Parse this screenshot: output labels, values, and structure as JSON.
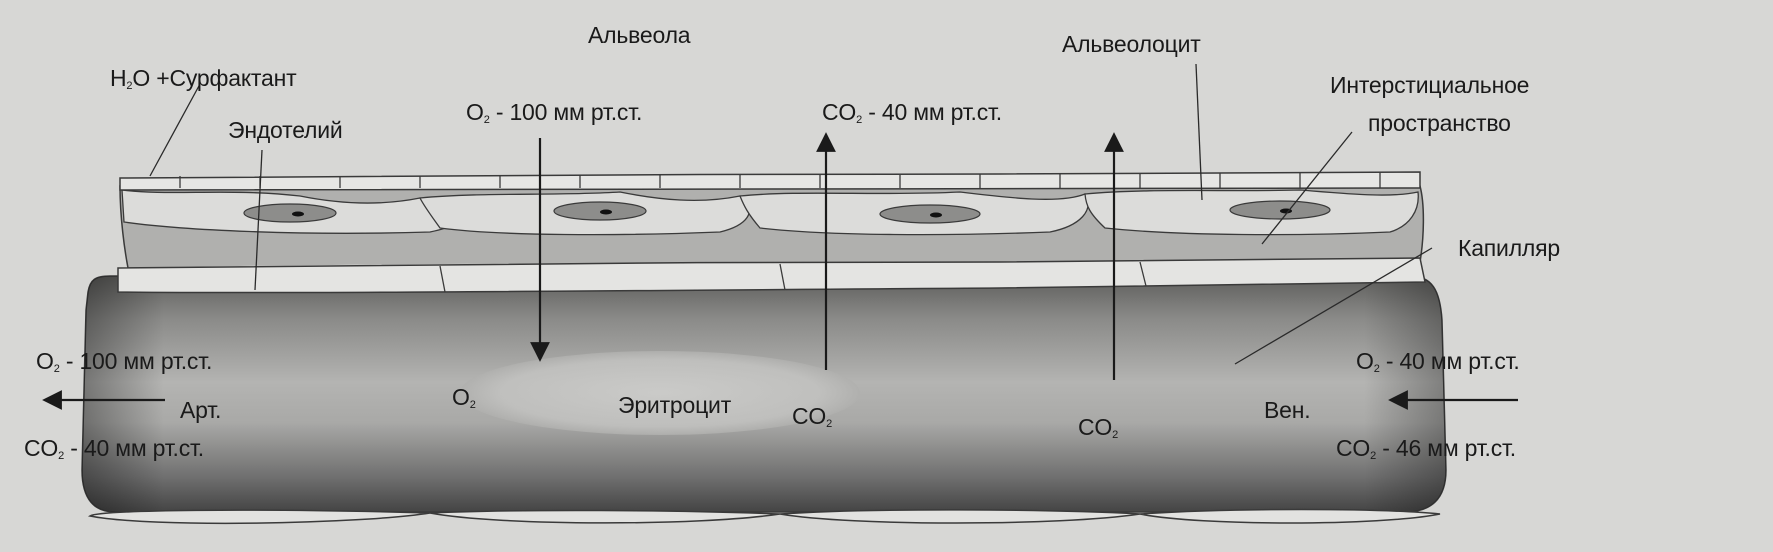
{
  "labels": {
    "alveola": "Альвеола",
    "h2o_surfactant": {
      "pre": "H",
      "sub": "2",
      "post": "O +Сурфактант"
    },
    "endothelium": "Эндотелий",
    "alveolocyte": "Альвеолоцит",
    "interstitial_1": "Интерстициальное",
    "interstitial_2": "пространство",
    "capillary": "Капилляр",
    "erythrocyte": "Эритроцит",
    "art": "Арт.",
    "ven": "Вен."
  },
  "gas_labels": {
    "o2_alveola": {
      "pre": "O",
      "sub": "2",
      "post": " - 100 мм рт.ст."
    },
    "co2_alveola": {
      "pre": "CO",
      "sub": "2",
      "post": " - 40 мм рт.ст."
    },
    "o2_art": {
      "pre": "O",
      "sub": "2",
      "post": " - 100 мм рт.ст."
    },
    "co2_art": {
      "pre": "CO",
      "sub": "2",
      "post": " - 40 мм рт.ст."
    },
    "o2_ven": {
      "pre": "O",
      "sub": "2",
      "post": " - 40  мм рт.ст."
    },
    "co2_ven": {
      "pre": "CO",
      "sub": "2",
      "post": " - 46 мм рт.ст."
    },
    "o2_blood": {
      "pre": "O",
      "sub": "2",
      "post": ""
    },
    "co2_blood_1": {
      "pre": "CO",
      "sub": "2",
      "post": ""
    },
    "co2_blood_2": {
      "pre": "CO",
      "sub": "2",
      "post": ""
    }
  },
  "colors": {
    "background": "#d7d7d5",
    "capillary_dark": "#4a4a4a",
    "capillary_light": "#b9b9b7",
    "erythrocyte": "#c4c4c2",
    "membrane": "#d2d2d0",
    "cell_layer": "#b3b3b1",
    "nucleus": "#8a8a88",
    "line": "#1f1f1f"
  }
}
